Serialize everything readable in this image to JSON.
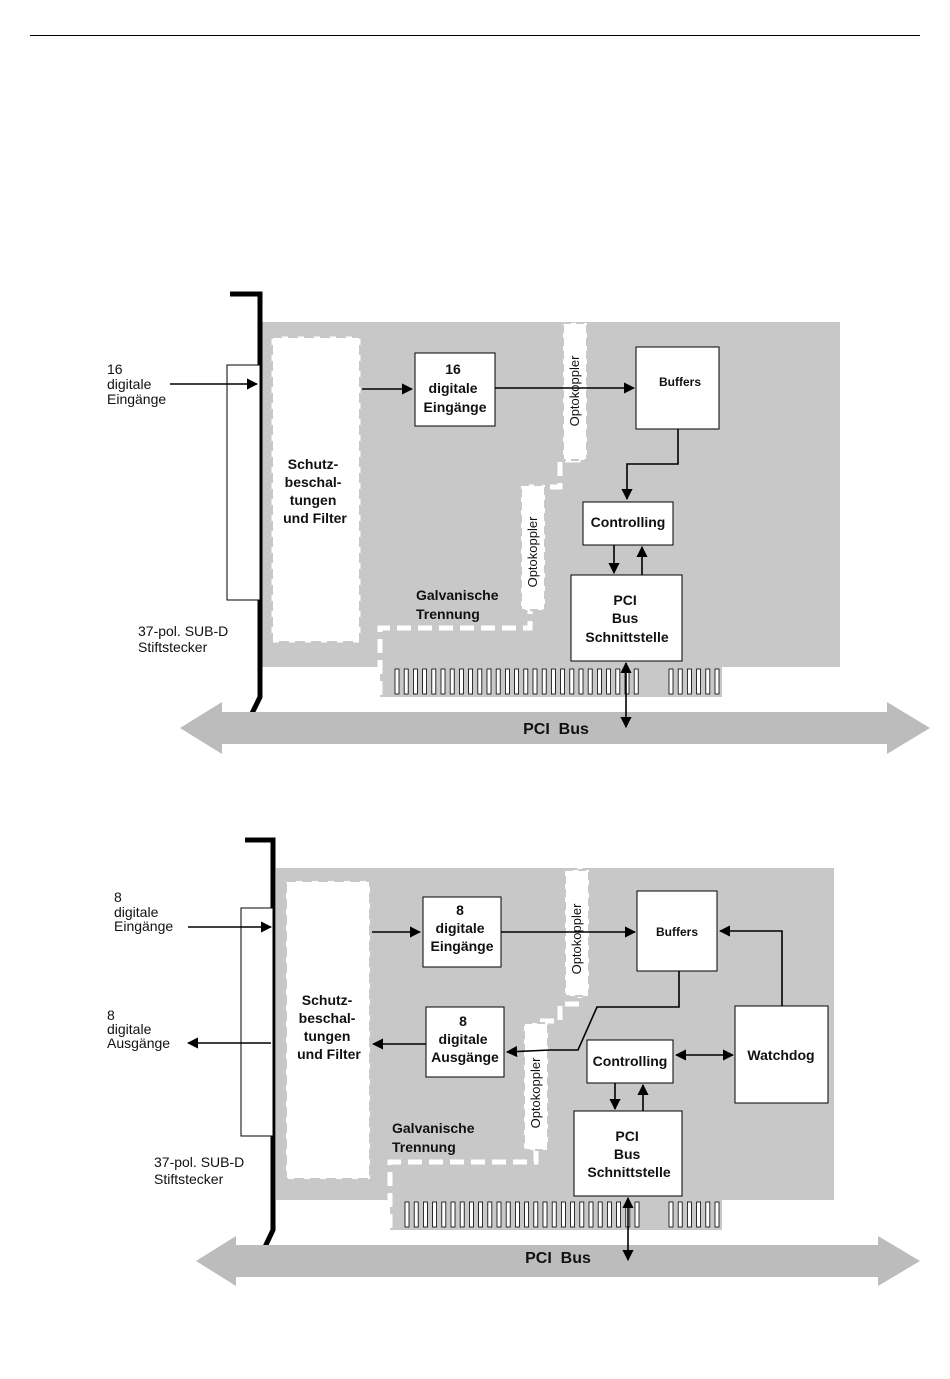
{
  "diagram1": {
    "input_label": [
      "16",
      "digitale",
      "Eingänge"
    ],
    "protection_label": [
      "Schutz-",
      "beschal-",
      "tungen",
      "und Filter"
    ],
    "inputs_box": [
      "16",
      "digitale",
      "Eingänge"
    ],
    "optocoupler_top": "Optokoppler",
    "optocoupler_bottom": "Optokoppler",
    "buffers": "Buffers",
    "controlling": "Controlling",
    "pci_interface": [
      "PCI",
      "Bus",
      "Schnittstelle"
    ],
    "isolation": [
      "Galvanische",
      "Trennung"
    ],
    "connector": [
      "37-pol. SUB-D",
      "Stiftstecker"
    ],
    "bus": "PCI  Bus"
  },
  "diagram2": {
    "input_label": [
      "8",
      "digitale",
      "Eingänge"
    ],
    "output_label": [
      "8",
      "digitale",
      "Ausgänge"
    ],
    "protection_label": [
      "Schutz-",
      "beschal-",
      "tungen",
      "und Filter"
    ],
    "inputs_box": [
      "8",
      "digitale",
      "Eingänge"
    ],
    "outputs_box": [
      "8",
      "digitale",
      "Ausgänge"
    ],
    "optocoupler_top": "Optokoppler",
    "optocoupler_bottom": "Optokoppler",
    "buffers": "Buffers",
    "controlling": "Controlling",
    "watchdog": "Watchdog",
    "pci_interface": [
      "PCI",
      "Bus",
      "Schnittstelle"
    ],
    "isolation": [
      "Galvanische",
      "Trennung"
    ],
    "connector": [
      "37-pol. SUB-D",
      "Stiftstecker"
    ],
    "bus": "PCI  Bus"
  },
  "colors": {
    "board": "#c8c8c8",
    "bus": "#bcbcbc",
    "line": "#000000",
    "box": "#ffffff"
  }
}
